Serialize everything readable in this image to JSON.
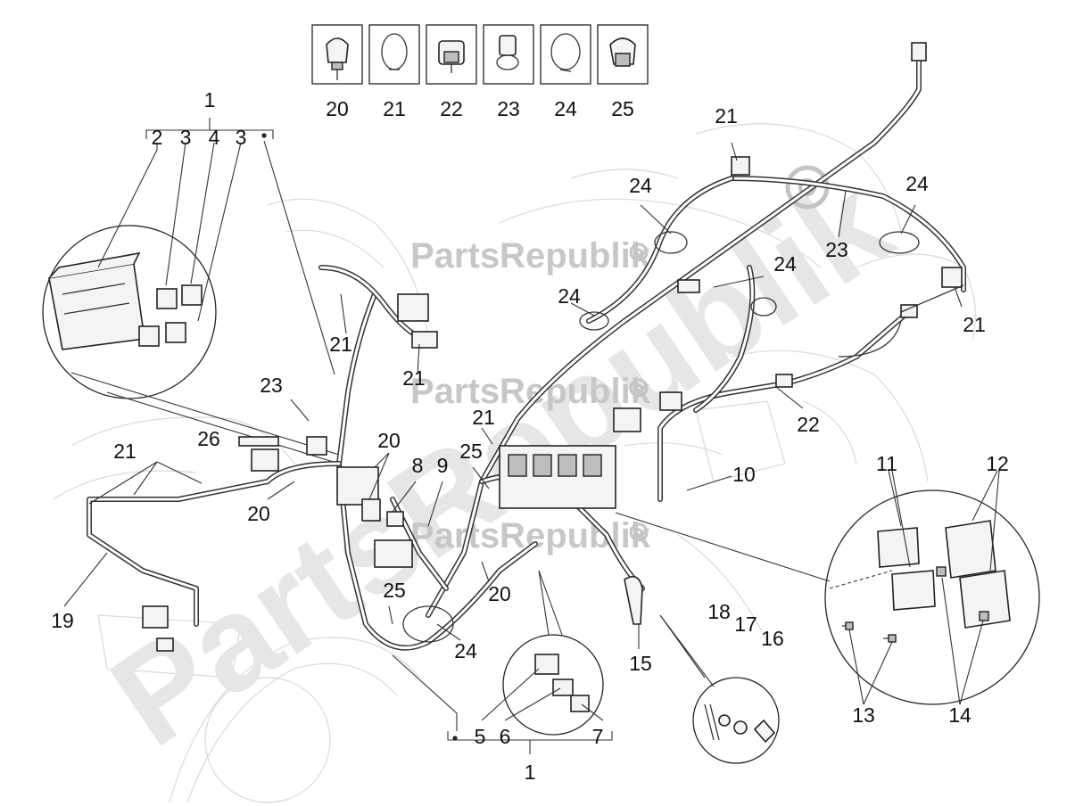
{
  "watermark": {
    "text_small": "PartsRepublik",
    "text_big": "PartsRepublik"
  },
  "callouts": [
    {
      "id": "c-1-top",
      "text": "1"
    },
    {
      "id": "c-2",
      "text": "2"
    },
    {
      "id": "c-3a",
      "text": "3"
    },
    {
      "id": "c-4",
      "text": "4"
    },
    {
      "id": "c-3b",
      "text": "3"
    },
    {
      "id": "c-20-box",
      "text": "20"
    },
    {
      "id": "c-21-box",
      "text": "21"
    },
    {
      "id": "c-22-box",
      "text": "22"
    },
    {
      "id": "c-23-box",
      "text": "23"
    },
    {
      "id": "c-24-box",
      "text": "24"
    },
    {
      "id": "c-25-box",
      "text": "25"
    },
    {
      "id": "c-21-topright",
      "text": "21"
    },
    {
      "id": "c-24-a",
      "text": "24"
    },
    {
      "id": "c-24-b",
      "text": "24"
    },
    {
      "id": "c-24-c",
      "text": "24"
    },
    {
      "id": "c-24-d",
      "text": "24"
    },
    {
      "id": "c-23-right",
      "text": "23"
    },
    {
      "id": "c-21-right",
      "text": "21"
    },
    {
      "id": "c-21-mid",
      "text": "21"
    },
    {
      "id": "c-21-midlow",
      "text": "21"
    },
    {
      "id": "c-21-center",
      "text": "21"
    },
    {
      "id": "c-23-left",
      "text": "23"
    },
    {
      "id": "c-26",
      "text": "26"
    },
    {
      "id": "c-20-a",
      "text": "20"
    },
    {
      "id": "c-21-left",
      "text": "21"
    },
    {
      "id": "c-20-b",
      "text": "20"
    },
    {
      "id": "c-8",
      "text": "8"
    },
    {
      "id": "c-9",
      "text": "9"
    },
    {
      "id": "c-25-mid",
      "text": "25"
    },
    {
      "id": "c-22-right",
      "text": "22"
    },
    {
      "id": "c-10",
      "text": "10"
    },
    {
      "id": "c-11",
      "text": "11"
    },
    {
      "id": "c-12",
      "text": "12"
    },
    {
      "id": "c-19",
      "text": "19"
    },
    {
      "id": "c-20-c",
      "text": "20"
    },
    {
      "id": "c-25-low",
      "text": "25"
    },
    {
      "id": "c-24-low",
      "text": "24"
    },
    {
      "id": "c-15",
      "text": "15"
    },
    {
      "id": "c-18",
      "text": "18"
    },
    {
      "id": "c-17",
      "text": "17"
    },
    {
      "id": "c-16",
      "text": "16"
    },
    {
      "id": "c-13",
      "text": "13"
    },
    {
      "id": "c-14",
      "text": "14"
    },
    {
      "id": "c-5",
      "text": "5"
    },
    {
      "id": "c-6",
      "text": "6"
    },
    {
      "id": "c-7",
      "text": "7"
    },
    {
      "id": "c-1-bottom",
      "text": "1"
    }
  ]
}
